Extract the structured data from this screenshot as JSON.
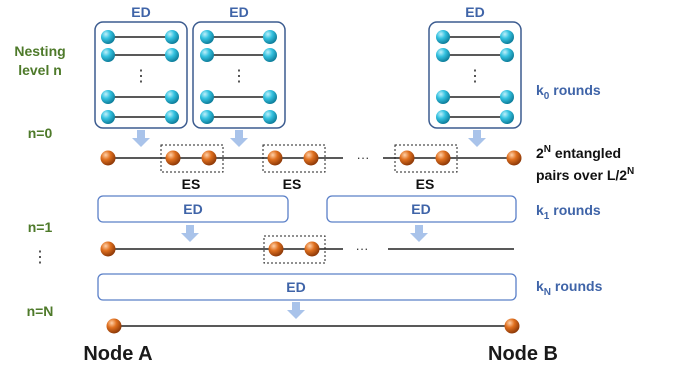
{
  "left_labels": {
    "nesting_line1": "Nesting",
    "nesting_line2": "level n",
    "n0": "n=0",
    "n1": "n=1",
    "vdots": "⋮",
    "nN": "n=N"
  },
  "ed_label": "ED",
  "es_label": "ES",
  "ellipsis": "···",
  "vertical_ellipsis": "⋮",
  "right_labels": {
    "k0_k": "k",
    "k0_sub": "0",
    "k0_rest": " rounds",
    "pairs_line1_2": "2",
    "pairs_line1_sup": "N",
    "pairs_line1_rest": " entangled",
    "pairs_line2": "pairs over L/2",
    "pairs_line2_sup": "N",
    "k1_k": "k",
    "k1_sub": "1",
    "k1_rest": " rounds",
    "kN_k": "k",
    "kN_sub": "N",
    "kN_rest": " rounds"
  },
  "nodes": {
    "a": "Node A",
    "b": "Node B"
  },
  "colors": {
    "cyan_node": "#28b6d6",
    "orange_node": "#d9661c",
    "box_stroke": "#3b5b8f",
    "ed_bar_stroke": "#5b80c8",
    "arrow": "#a9c3ea",
    "green_text": "#4e7a2a",
    "blue_text": "#3f64a8"
  }
}
